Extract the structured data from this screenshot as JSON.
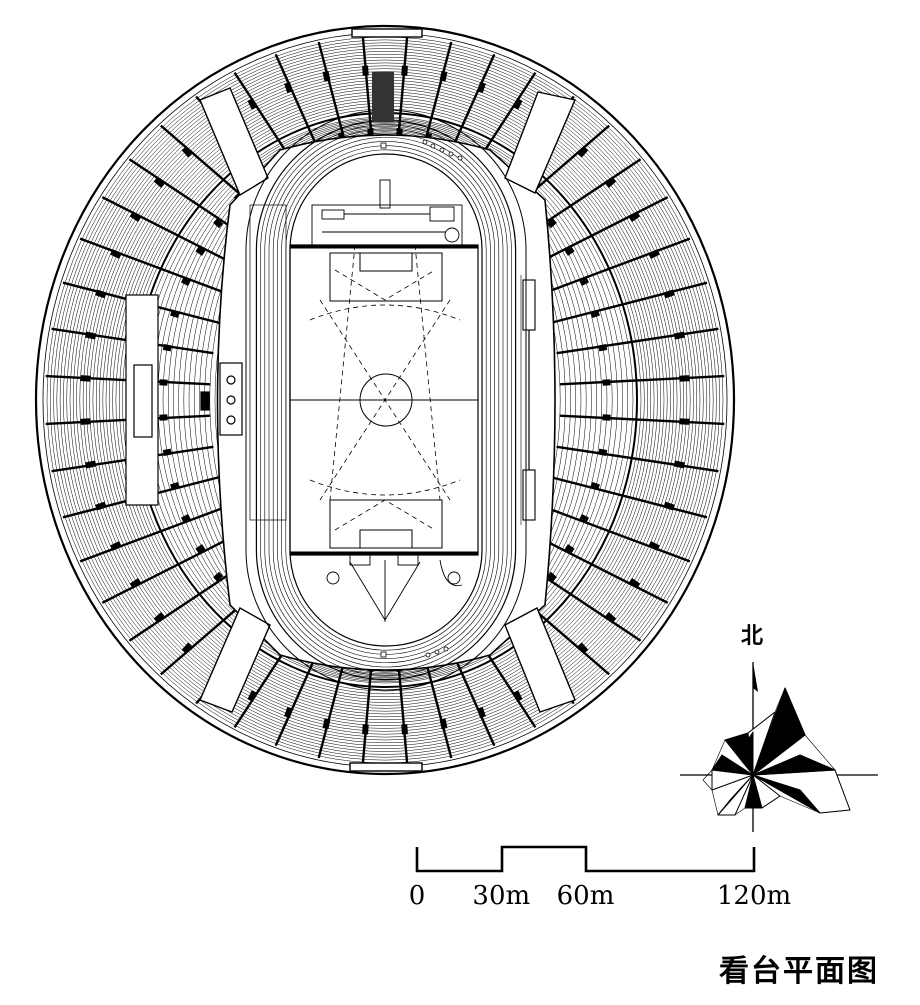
{
  "drawing": {
    "title": "看台平面图",
    "ink_color": "#000000",
    "paper_color": "#ffffff"
  },
  "compass": {
    "north_label": "北"
  },
  "scale_bar": {
    "unit": "m",
    "ticks": [
      {
        "value": 0,
        "label": "0"
      },
      {
        "value": 30,
        "label": "30m"
      },
      {
        "value": 60,
        "label": "60m"
      },
      {
        "value": 120,
        "label": "120m"
      }
    ]
  },
  "stadium": {
    "radial_aisle_count": 48,
    "outer_seat_row_count": 26,
    "inner_seat_row_count": 16,
    "track_lane_count": 8
  }
}
